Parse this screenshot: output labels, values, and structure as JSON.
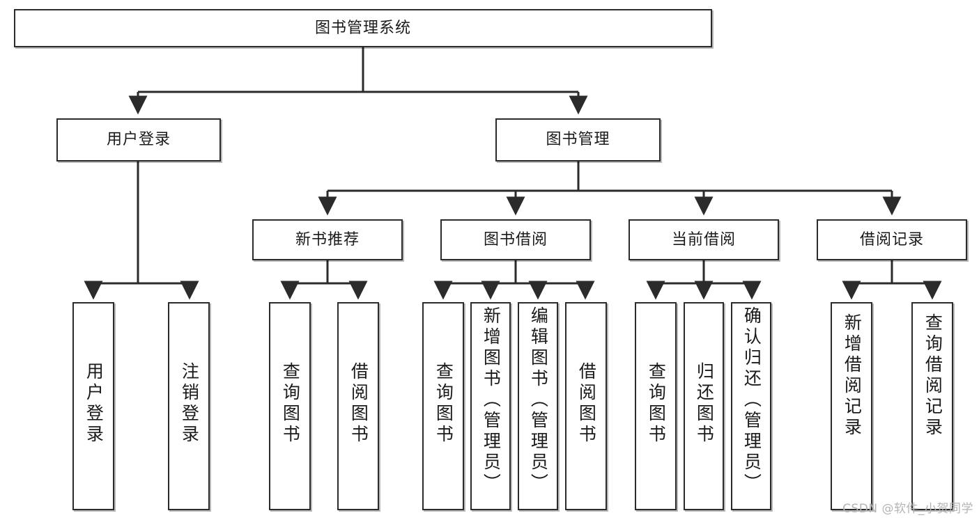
{
  "diagram": {
    "title": "图书管理系统",
    "root": {
      "label": "图书管理系统"
    },
    "level2": [
      {
        "label": "用户登录"
      },
      {
        "label": "图书管理"
      }
    ],
    "level3": [
      {
        "label": "新书推荐"
      },
      {
        "label": "图书借阅"
      },
      {
        "label": "当前借阅"
      },
      {
        "label": "借阅记录"
      }
    ],
    "leaves": {
      "user_login": [
        {
          "label": "用户登录"
        },
        {
          "label": "注销登录"
        }
      ],
      "new_book_recommend": [
        {
          "label": "查询图书"
        },
        {
          "label": "借阅图书"
        }
      ],
      "book_borrow": [
        {
          "label": "查询图书"
        },
        {
          "label": "新增图书（管理员）"
        },
        {
          "label": "编辑图书（管理员）"
        },
        {
          "label": "借阅图书"
        }
      ],
      "current_borrow": [
        {
          "label": "查询图书"
        },
        {
          "label": "归还图书"
        },
        {
          "label": "确认归还（管理员）"
        }
      ],
      "borrow_record": [
        {
          "label": "新增借阅记录"
        },
        {
          "label": "查询借阅记录"
        }
      ]
    },
    "watermark": "CSDN @软件_小贺同学",
    "colors": {
      "border": "#2b2b2b",
      "background": "#ffffff",
      "text": "#1a1a1a",
      "watermark": "#b4b4b4"
    }
  }
}
